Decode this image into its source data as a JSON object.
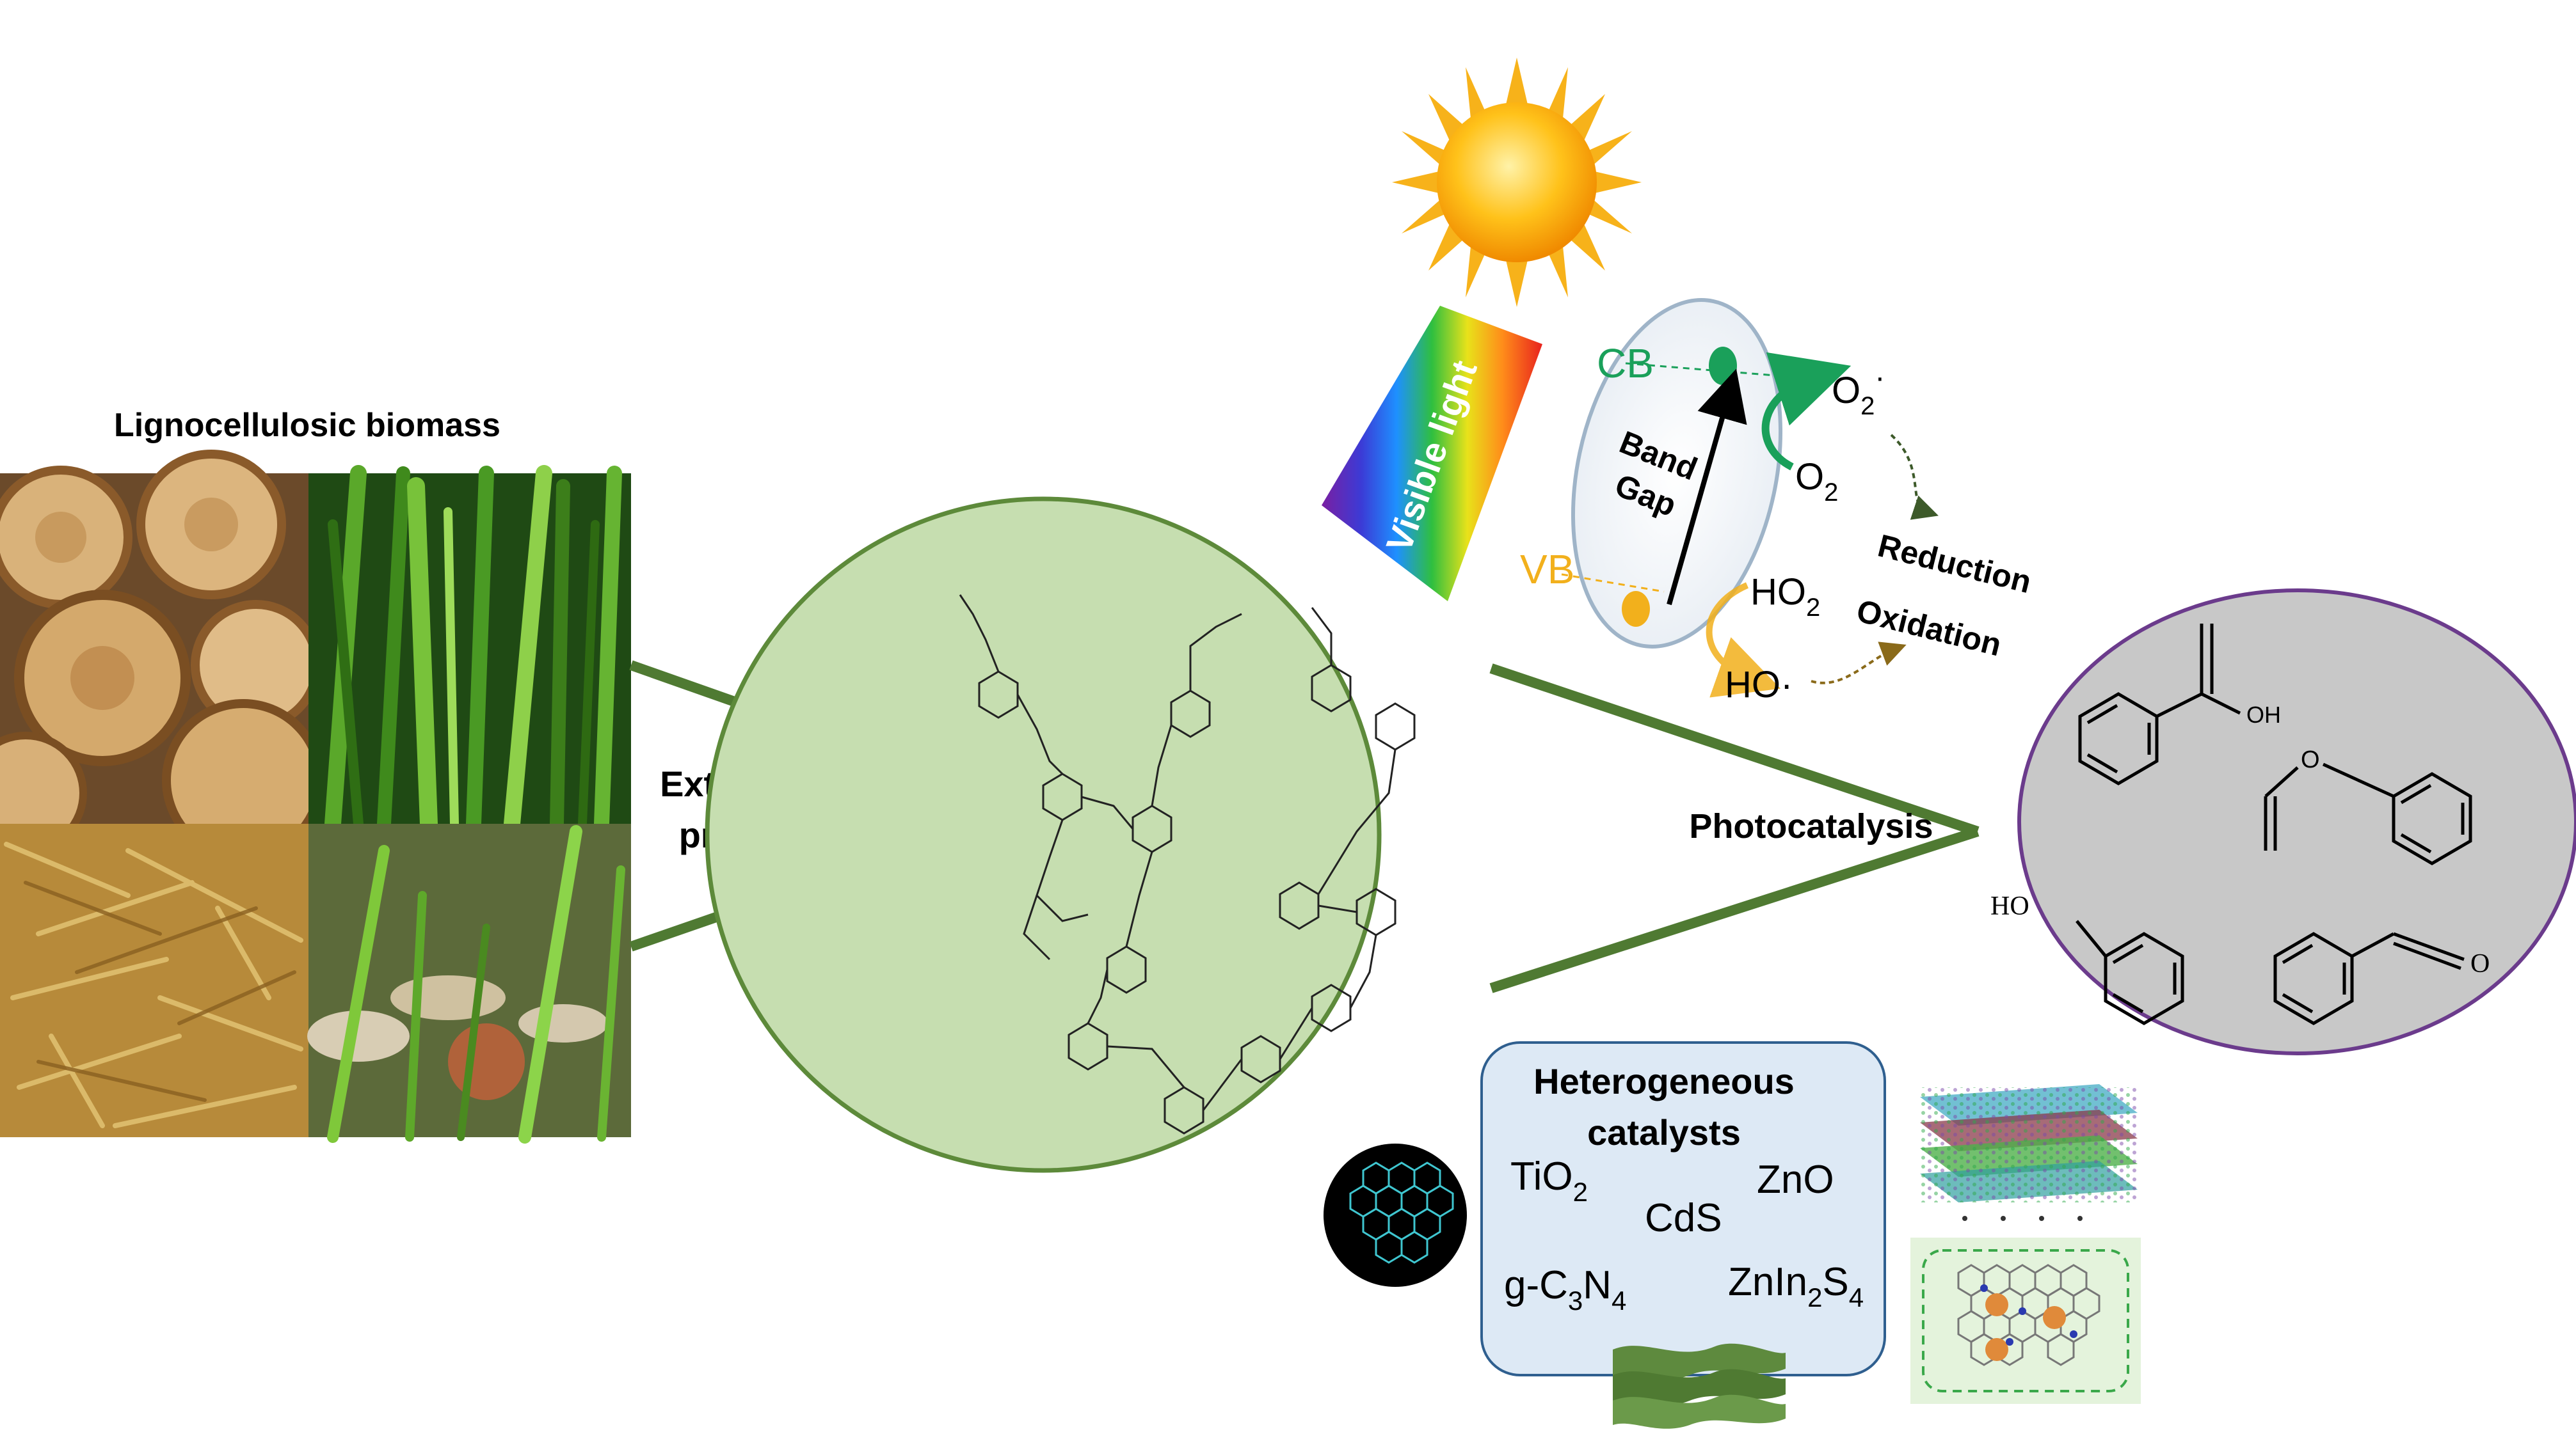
{
  "biomass": {
    "title": "Lignocellulosic biomass"
  },
  "extraction": {
    "line1": "Extraction",
    "line2": "process"
  },
  "photocatalysis": {
    "label": "Photocatalysis"
  },
  "light": {
    "label": "Visible light"
  },
  "band": {
    "cb": "CB",
    "vb": "VB",
    "gap1": "Band",
    "gap2": "Gap",
    "o2_radical": "O",
    "o2_radical_sub": "2",
    "o2_radical_sup": "·",
    "o2": "O",
    "o2_sub": "2",
    "ho2": "HO",
    "ho2_sub": "2",
    "ho_radical": "HO·",
    "reduction": "Reduction",
    "oxidation": "Oxidation"
  },
  "catalysts": {
    "title_line1": "Heterogeneous",
    "title_line2": "catalysts",
    "tio2": "TiO",
    "tio2_sub": "2",
    "zno": "ZnO",
    "cds": "CdS",
    "gc3n4_a": "g-C",
    "gc3n4_sub1": "3",
    "gc3n4_b": "N",
    "gc3n4_sub2": "4",
    "znin_a": "ZnIn",
    "znin_sub1": "2",
    "znin_b": "S",
    "znin_sub2": "4"
  },
  "products": {
    "oh": "OH",
    "ho": "HO",
    "o": "O"
  },
  "colors": {
    "arrow_green": "#4f7a32",
    "lignin_fill": "#c6deb0",
    "lignin_stroke": "#5d8a3a",
    "product_fill": "#c8c8c8",
    "product_stroke": "#6b3b8c",
    "cb_green": "#1aa05a",
    "vb_yellow": "#f2b01c",
    "catalyst_box": "#dde9f5"
  }
}
